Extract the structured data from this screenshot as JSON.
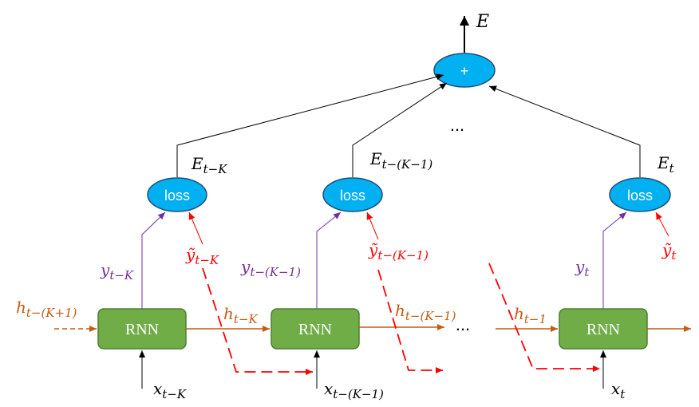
{
  "colors": {
    "loss_fill": "#00b0f0",
    "loss_stroke": "#1f4e79",
    "rnn_fill": "#70ad47",
    "rnn_stroke": "#507e32",
    "hidden": "#c55a11",
    "output": "#7030a0",
    "target": "#ff0000",
    "black": "#000000"
  },
  "top": {
    "sum_label": "+",
    "error_label": "E",
    "dots": "..."
  },
  "columns": [
    {
      "loss_label": "loss",
      "rnn_label": "RNN",
      "E_main": "E",
      "E_sub": "t−K",
      "y_main": "y",
      "y_sub": "t−K",
      "ytilde_main": "ỹ",
      "ytilde_sub": "t−K",
      "x_main": "x",
      "x_sub": "t−K",
      "h_in_main": "h",
      "h_in_sub": "t−(K+1)",
      "h_out_main": "h",
      "h_out_sub": "t−K"
    },
    {
      "loss_label": "loss",
      "rnn_label": "RNN",
      "E_main": "E",
      "E_sub": "t−(K−1)",
      "y_main": "y",
      "y_sub": "t−(K−1)",
      "ytilde_main": "ỹ",
      "ytilde_sub": "t−(K−1)",
      "x_main": "x",
      "x_sub": "t−(K−1)",
      "h_out_main": "h",
      "h_out_sub": "t−(K−1)"
    },
    {
      "loss_label": "loss",
      "rnn_label": "RNN",
      "E_main": "E",
      "E_sub": "t",
      "y_main": "y",
      "y_sub": "t",
      "ytilde_main": "ỹ",
      "ytilde_sub": "t",
      "x_main": "x",
      "x_sub": "t",
      "h_in_main": "h",
      "h_in_sub": "t−1"
    }
  ],
  "middle_dots": "..."
}
